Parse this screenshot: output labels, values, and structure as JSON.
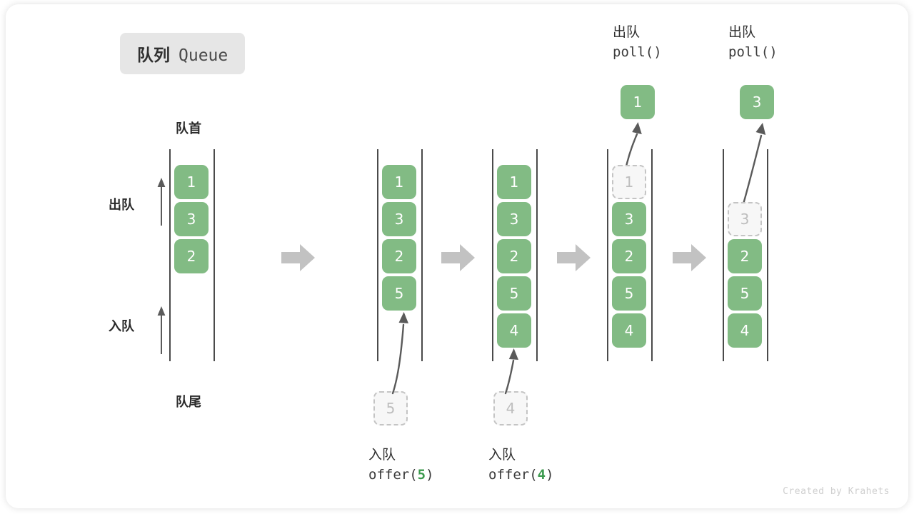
{
  "title": {
    "cn": "队列",
    "en": "Queue"
  },
  "labels": {
    "head": "队首",
    "tail": "队尾",
    "dequeue_side": "出队",
    "enqueue_side": "入队"
  },
  "accent": {
    "green": "#82bb84",
    "code_green": "#3c9a4e",
    "rail": "#4a4a4a",
    "ghost": "#c4c4c4",
    "step_arrow": "#c2c2c2"
  },
  "credit": "Created by Krahets",
  "columns": [
    {
      "id": "initial",
      "items": [
        "1",
        "3",
        "2"
      ],
      "ghost": null,
      "floating": null,
      "caption": null
    },
    {
      "id": "offer-5",
      "items": [
        "1",
        "3",
        "2",
        "5"
      ],
      "ghost": null,
      "incoming": {
        "value": "5"
      },
      "caption": {
        "cn": "入队",
        "code_prefix": "offer(",
        "code_num": "5",
        "code_suffix": ")"
      }
    },
    {
      "id": "offer-4",
      "items": [
        "1",
        "3",
        "2",
        "5",
        "4"
      ],
      "ghost": null,
      "incoming": {
        "value": "4"
      },
      "caption": {
        "cn": "入队",
        "code_prefix": "offer(",
        "code_num": "4",
        "code_suffix": ")"
      }
    },
    {
      "id": "poll-1",
      "items": [
        "1",
        "3",
        "2",
        "5",
        "4"
      ],
      "ghost_index": 0,
      "floating": {
        "value": "1"
      },
      "caption_top": {
        "cn": "出队",
        "code": "poll()"
      }
    },
    {
      "id": "poll-3",
      "items": [
        "3",
        "2",
        "5",
        "4"
      ],
      "ghost_index": 0,
      "floating": {
        "value": "3"
      },
      "caption_top": {
        "cn": "出队",
        "code": "poll()"
      }
    }
  ],
  "cells": {
    "c1": [
      "1",
      "3",
      "2"
    ],
    "c2": [
      "1",
      "3",
      "2",
      "5"
    ],
    "c3": [
      "1",
      "3",
      "2",
      "5",
      "4"
    ],
    "c4": [
      "1",
      "3",
      "2",
      "5",
      "4"
    ],
    "c5": [
      "3",
      "2",
      "5",
      "4"
    ]
  },
  "floating": {
    "poll1": "1",
    "poll3": "3"
  },
  "incoming": {
    "offer5": "5",
    "offer4": "4"
  },
  "poll_caption": {
    "cn": "出队",
    "code": "poll()"
  },
  "offer_caption": {
    "cn": "入队",
    "prefix": "offer(",
    "suffix": ")",
    "n5": "5",
    "n4": "4"
  }
}
